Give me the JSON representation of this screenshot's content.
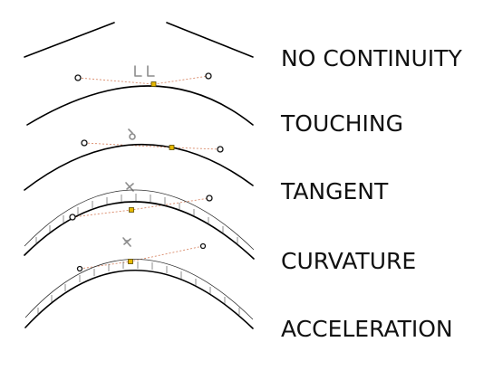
{
  "rows": [
    {
      "label": "NO CONTINUITY"
    },
    {
      "label": "TOUCHING"
    },
    {
      "label": "TANGENT"
    },
    {
      "label": "CURVATURE"
    },
    {
      "label": "ACCELERATION"
    }
  ],
  "colors": {
    "background": "#ffffff",
    "curve": "#000000",
    "guide": "#d98a6a",
    "control_point": "#ffffff",
    "join_point": "#e6b800",
    "symbol": "#8c8c8c"
  },
  "icons": [
    "edge-icon",
    "touching-icon",
    "tangent-icon",
    "curvature-icon"
  ]
}
